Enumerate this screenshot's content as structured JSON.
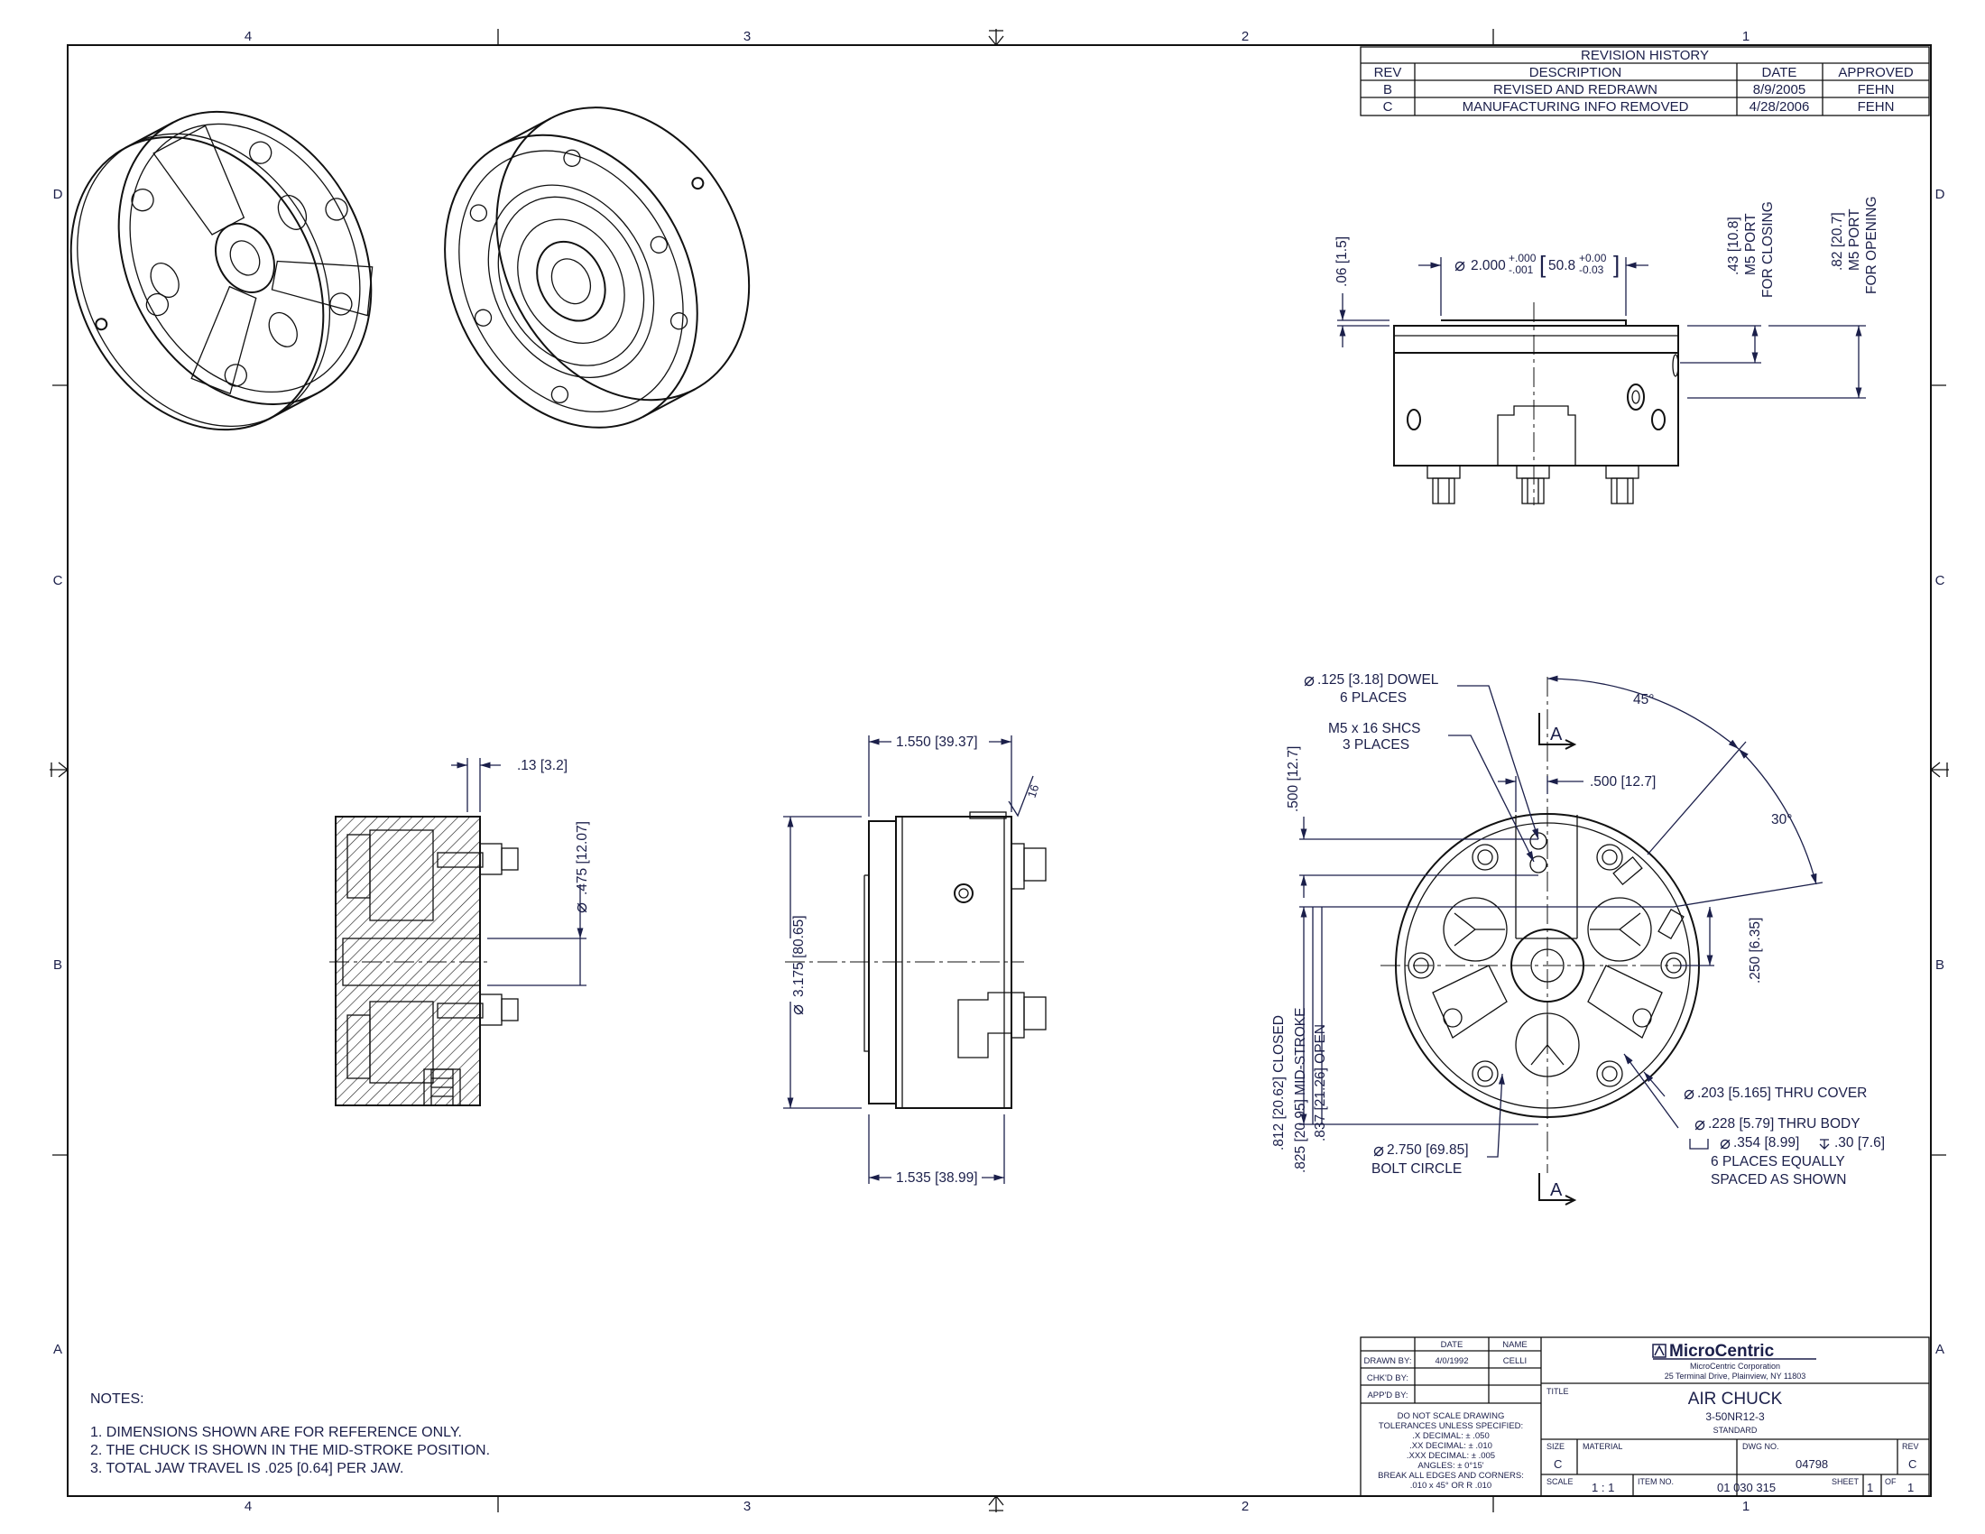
{
  "border": {
    "zone_numbers_top": [
      "4",
      "3",
      "2",
      "1"
    ],
    "zone_numbers_bottom": [
      "4",
      "3",
      "2",
      "1"
    ],
    "zone_letters": [
      "D",
      "C",
      "B",
      "A"
    ]
  },
  "revision_history": {
    "title": "REVISION HISTORY",
    "headers": [
      "REV",
      "DESCRIPTION",
      "DATE",
      "APPROVED"
    ],
    "rows": [
      {
        "rev": "B",
        "description": "REVISED AND REDRAWN",
        "date": "8/9/2005",
        "approved": "FEHN"
      },
      {
        "rev": "C",
        "description": "MANUFACTURING INFO REMOVED",
        "date": "4/28/2006",
        "approved": "FEHN"
      }
    ]
  },
  "dimensions": {
    "top_diameter": "2.000",
    "top_diameter_tol_plus": "+.000",
    "top_diameter_tol_minus": "-.001",
    "top_diameter_metric": "50.8",
    "top_diameter_metric_tol_plus": "+0.00",
    "top_diameter_metric_tol_minus": "-0.03",
    "pilot_height": ".06 [1.5]",
    "close_port_dim": ".43 [10.8]",
    "close_port_label": "M5 PORT",
    "close_port_purpose": "FOR CLOSING",
    "open_port_dim": ".82 [20.7]",
    "open_port_label": "M5 PORT",
    "open_port_purpose": "FOR OPENING",
    "section_offset": ".13 [3.2]",
    "bore_diameter": ".475 [12.07]",
    "length_top": "1.550 [39.37]",
    "length_bottom": "1.535 [38.99]",
    "body_diameter": "3.175 [80.65]",
    "finish": "16",
    "dowel": ".125 [3.18] DOWEL",
    "dowel_places": "6 PLACES",
    "shcs": "M5 x 16 SHCS",
    "shcs_places": "3 PLACES",
    "section_letter": "A",
    "angle_45": "45°",
    "angle_30": "30°",
    "half_inch_h": ".500 [12.7]",
    "half_inch_v": ".500 [12.7]",
    "quarter_inch": ".250 [6.35]",
    "closed": ".812 [20.62] CLOSED",
    "mid_stroke": ".825 [20.95] MID-STROKE",
    "open": ".837 [21.26] OPEN",
    "bolt_circle_dia": "2.750 [69.85]",
    "bolt_circle_label": "BOLT CIRCLE",
    "thru_cover": ".203 [5.165] THRU COVER",
    "thru_body": ".228 [5.79] THRU BODY",
    "cbore": ".354 [8.99]",
    "cbore_depth": ".30 [7.6]",
    "places_equal": "6 PLACES EQUALLY",
    "spaced": "SPACED AS SHOWN"
  },
  "notes": {
    "heading": "NOTES:",
    "items": [
      "1.  DIMENSIONS SHOWN ARE FOR REFERENCE ONLY.",
      "2.  THE CHUCK IS SHOWN IN THE MID-STROKE POSITION.",
      "3.  TOTAL JAW TRAVEL IS .025 [0.64] PER JAW."
    ]
  },
  "title_block": {
    "col_date": "DATE",
    "col_name": "NAME",
    "drawn_by": "DRAWN BY:",
    "drawn_date": "4/0/1992",
    "drawn_name": "CELLI",
    "checked_by": "CHK'D BY:",
    "approved_by": "APP'D BY:",
    "tolerances": [
      "DO NOT SCALE DRAWING",
      "TOLERANCES UNLESS SPECIFIED:",
      ".X  DECIMAL:    ± .050",
      ".XX  DECIMAL:    ± .010",
      ".XXX DECIMAL:    ± .005",
      "ANGLES:         ± 0°15'",
      "BREAK ALL EDGES AND CORNERS:",
      ".010 x 45° OR R .010"
    ],
    "company": "MicroCentric",
    "company_full": "MicroCentric Corporation",
    "address": "25 Terminal Drive, Plainview, NY 11803",
    "title_label": "TITLE",
    "title": "AIR CHUCK",
    "part_number": "3-50NR12-3",
    "subtitle": "STANDARD",
    "size_label": "SIZE",
    "size": "C",
    "material_label": "MATERIAL",
    "dwg_no_label": "DWG NO.",
    "dwg_no": "04798",
    "rev_label": "REV",
    "rev": "C",
    "scale_label": "SCALE",
    "scale": "1 : 1",
    "item_no_label": "ITEM NO.",
    "item_no": "01 030 315",
    "sheet_label": "SHEET",
    "sheet": "1",
    "of_label": "OF",
    "sheet_total": "1"
  }
}
